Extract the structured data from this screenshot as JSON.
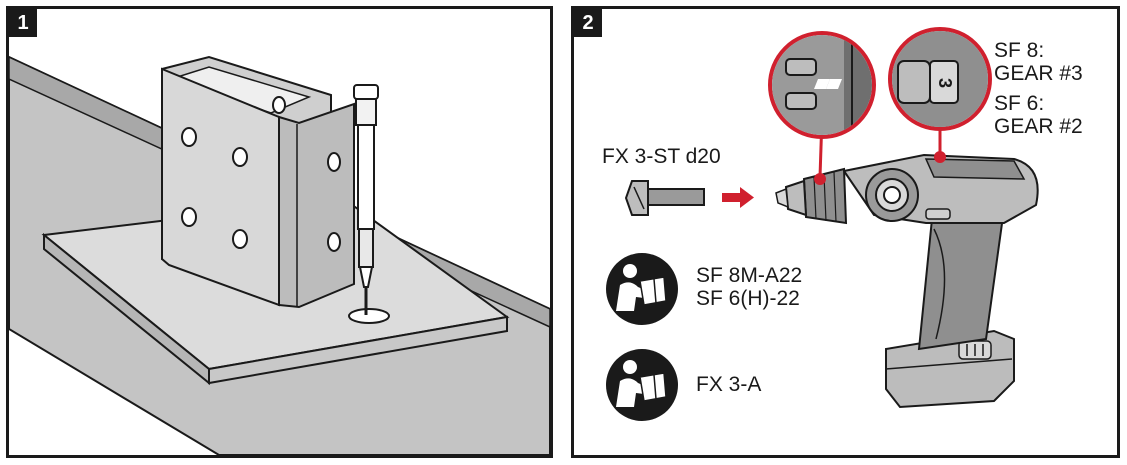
{
  "steps": [
    {
      "number": "1"
    },
    {
      "number": "2"
    }
  ],
  "panel2": {
    "bit_label": "FX 3-ST d20",
    "gear_sf8_line1": "SF 8:",
    "gear_sf8_line2": "GEAR #3",
    "gear_sf6_line1": "SF 6:",
    "gear_sf6_line2": "GEAR #2",
    "dial_number": "3",
    "manual1_line1": "SF 8M-A22",
    "manual1_line2": "SF 6(H)-22",
    "manual2_line1": "FX 3-A"
  },
  "colors": {
    "accent_red": "#d0202e",
    "outline": "#1a1a1a",
    "steel_light": "#d9d9d9",
    "steel_mid": "#bdbdbd",
    "steel_dark": "#8f8f8f"
  },
  "icons": [
    "manual-reader-icon",
    "arrow-right-icon",
    "drill-icon",
    "magnify-callout-icon"
  ]
}
